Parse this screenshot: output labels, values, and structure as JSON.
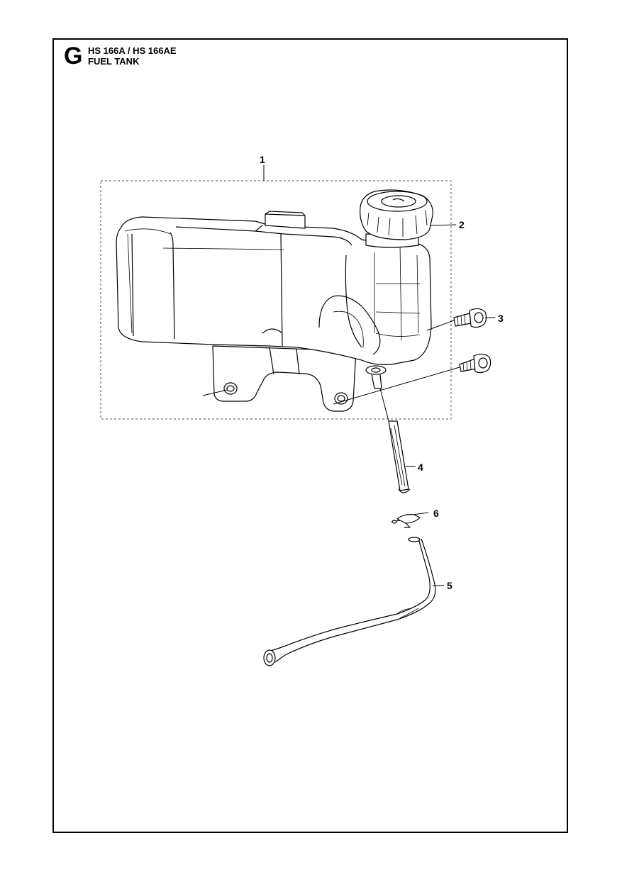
{
  "header": {
    "section_letter": "G",
    "model": "HS 166A / HS 166AE",
    "title": "FUEL TANK"
  },
  "callouts": [
    "1",
    "2",
    "3",
    "4",
    "5",
    "6"
  ],
  "parts": [
    {
      "ref": "1",
      "name": "fuel-tank-assembly"
    },
    {
      "ref": "2",
      "name": "fuel-cap"
    },
    {
      "ref": "3",
      "name": "flange-bolt"
    },
    {
      "ref": "4",
      "name": "fuel-filter-pickup"
    },
    {
      "ref": "5",
      "name": "fuel-line"
    },
    {
      "ref": "6",
      "name": "hose-clamp"
    }
  ],
  "colors": {
    "line": "#000000",
    "background": "#ffffff"
  }
}
